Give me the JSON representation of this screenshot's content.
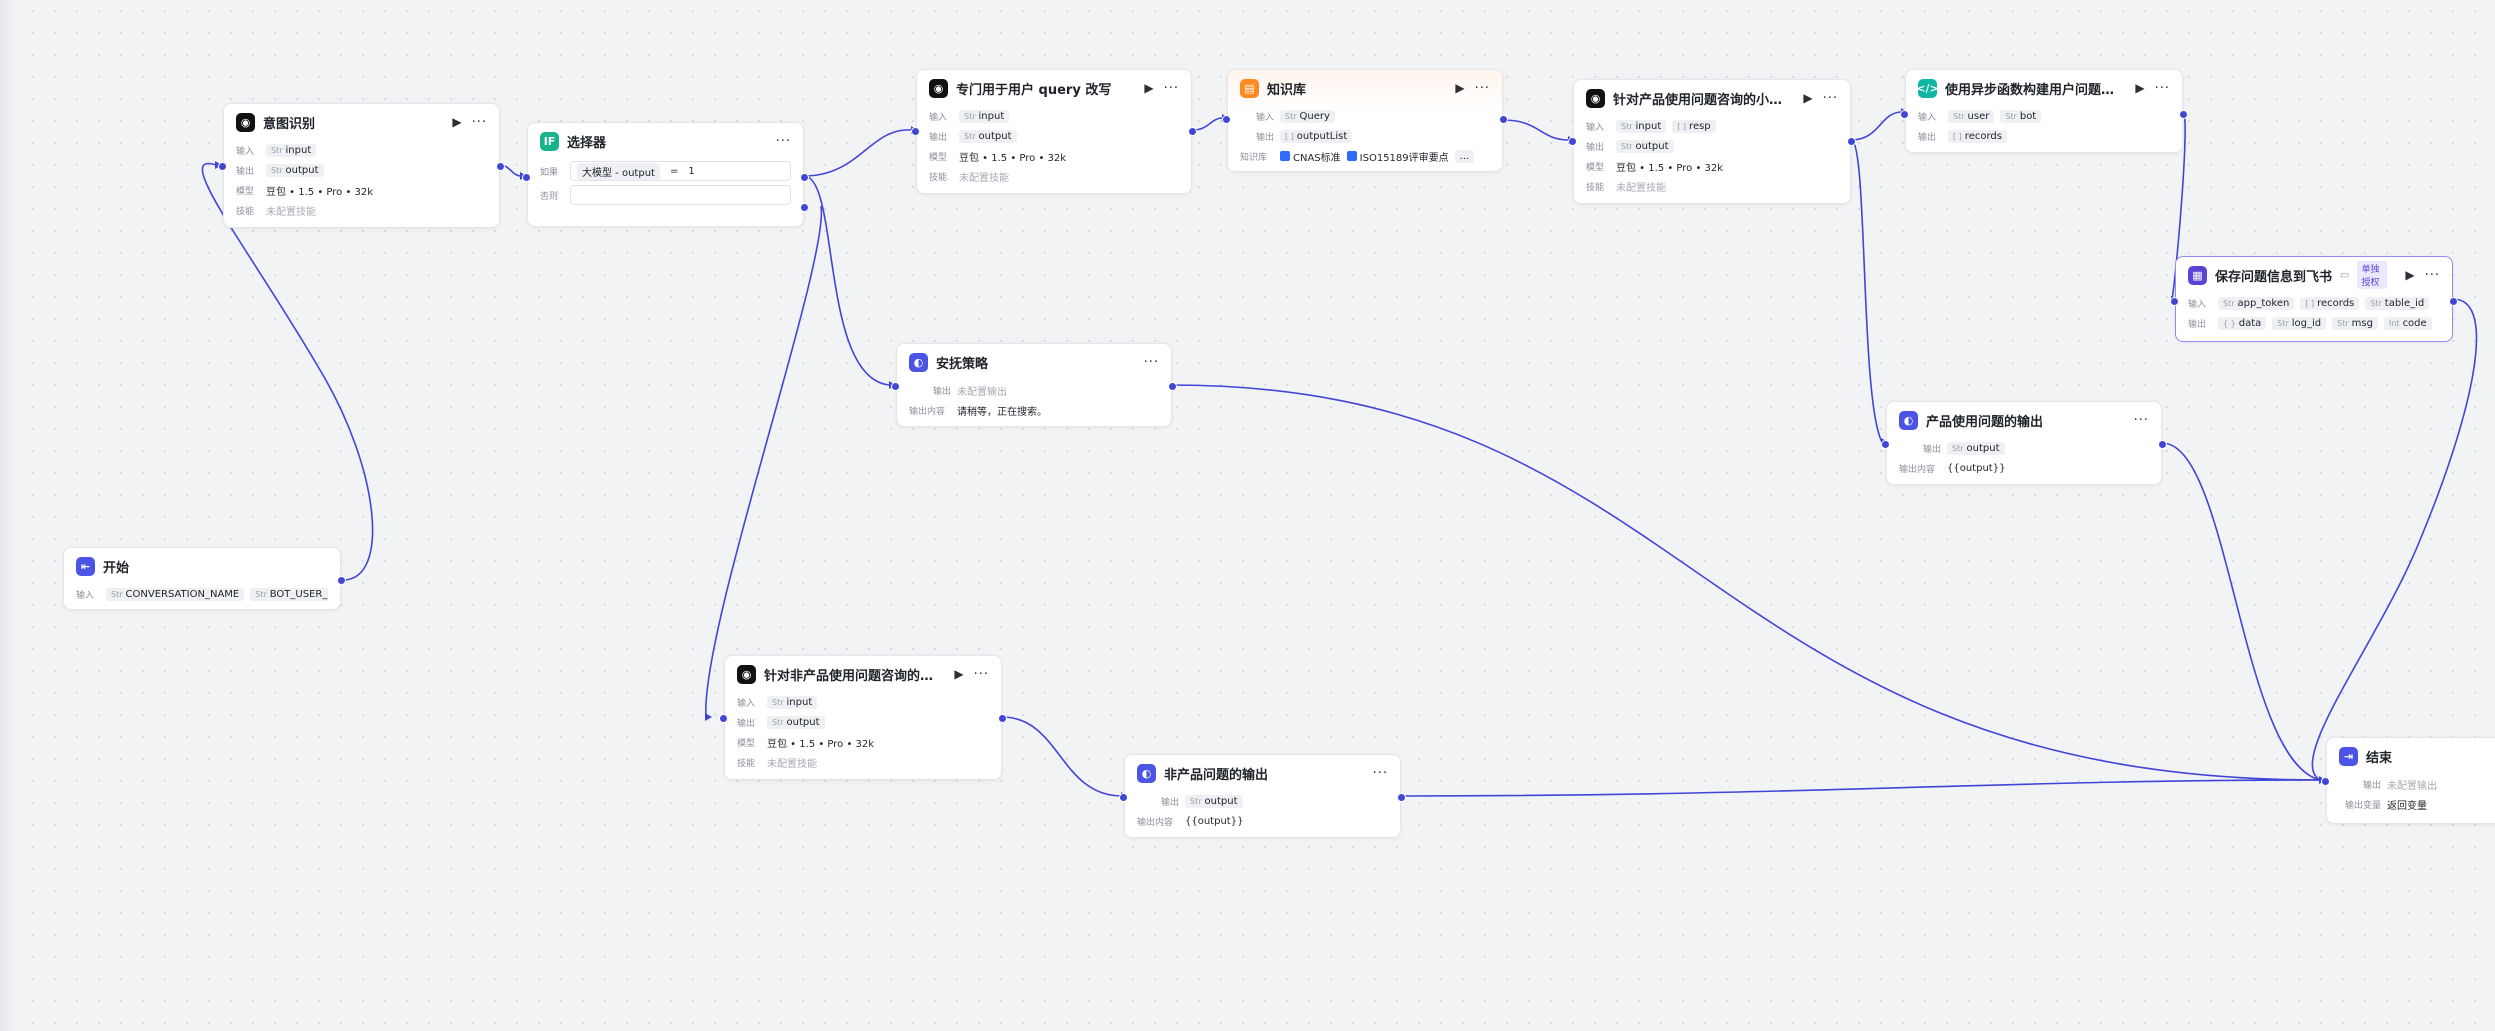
{
  "labels": {
    "input": "输入",
    "output": "输出",
    "model": "模型",
    "skill": "技能",
    "if": "如果",
    "else": "否则",
    "kb": "知识库",
    "output_content": "输出内容",
    "output_var": "输出变量",
    "return_var": "返回变量",
    "no_skill": "未配置技能",
    "no_output": "未配置输出",
    "model_value": "豆包 • 1.5 • Pro • 32k"
  },
  "nodes": {
    "start": {
      "title": "开始",
      "inputs": [
        "CONVERSATION_NAME",
        "BOT_USER_INPUT"
      ]
    },
    "intent": {
      "title": "意图识别",
      "inputs": [
        "input"
      ],
      "outputs": [
        "output"
      ]
    },
    "selector": {
      "title": "选择器",
      "cond_left": "大模型 - output",
      "cond_op": "=",
      "cond_right": "1"
    },
    "rewrite": {
      "title": "专门用于用户 query 改写",
      "inputs": [
        "input"
      ],
      "outputs": [
        "output"
      ]
    },
    "comfort": {
      "title": "安抚策略",
      "content": "请稍等，正在搜索。"
    },
    "kb": {
      "title": "知识库",
      "inputs": [
        "Query"
      ],
      "outputs": [
        "outputList"
      ],
      "kbs": [
        "CNAS标准",
        "ISO15189评审要点"
      ],
      "kb_more": "..."
    },
    "assistant": {
      "title": "针对产品使用问题咨询的小助手…",
      "inputs": [
        "input",
        "resp"
      ],
      "outputs": [
        "output"
      ]
    },
    "async": {
      "title": "使用异步函数构建用户问题和回…",
      "inputs": [
        "user",
        "bot"
      ],
      "outputs": [
        "records"
      ]
    },
    "feishu": {
      "title": "保存问题信息到飞书",
      "badge": "单独授权",
      "inputs": [
        "app_token",
        "records",
        "table_id"
      ],
      "outputs": [
        "data",
        "log_id",
        "msg",
        "code"
      ]
    },
    "product_out": {
      "title": "产品使用问题的输出",
      "outputs": [
        "output"
      ],
      "content": "{{output}}"
    },
    "general": {
      "title": "针对非产品使用问题咨询的通用…",
      "inputs": [
        "input"
      ],
      "outputs": [
        "output"
      ]
    },
    "nonproduct_out": {
      "title": "非产品问题的输出",
      "outputs": [
        "output"
      ],
      "content": "{{output}}"
    },
    "end": {
      "title": "结束"
    }
  },
  "icons": {
    "llm": "model-icon",
    "start": "start-icon",
    "selector": "condition-icon",
    "kb": "knowledge-icon",
    "message": "message-icon",
    "code": "code-icon",
    "plugin": "plugin-icon",
    "run": "play-icon",
    "more": "more-icon"
  },
  "colors": {
    "edge": "#4046d6",
    "selected_border": "#8f8cf5"
  }
}
